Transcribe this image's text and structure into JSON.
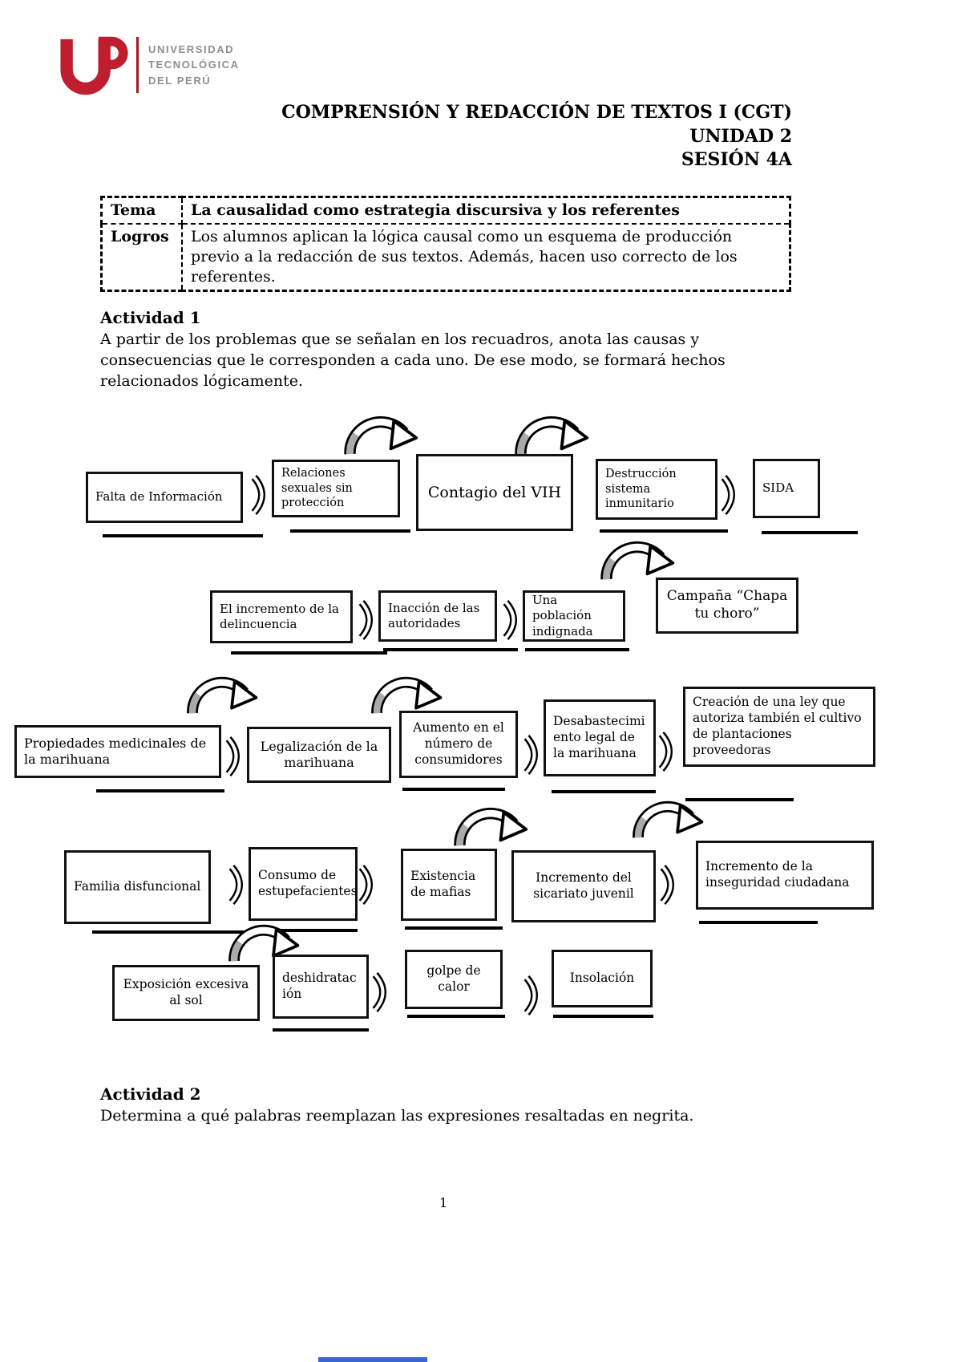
{
  "logo": {
    "name_lines": [
      "UNIVERSIDAD",
      "TECNOLÓGICA",
      "DEL PERÚ"
    ]
  },
  "header": {
    "title": "COMPRENSIÓN Y REDACCIÓN DE TEXTOS I (CGT)",
    "unit": "UNIDAD 2",
    "session": "SESIÓN 4A"
  },
  "info_table": {
    "rows": [
      {
        "label": "Tema",
        "value": "La causalidad como estrategia discursiva y los referentes"
      },
      {
        "label": "Logros",
        "value": "Los alumnos aplican la lógica causal como un esquema de producción previo a la redacción de sus textos. Además, hacen uso correcto de los referentes."
      }
    ]
  },
  "activity1": {
    "heading": "Actividad 1",
    "instructions": "A partir de los problemas que se señalan en los recuadros, anota las causas y consecuencias que le corresponden a cada uno. De ese modo, se formará hechos relacionados lógicamente."
  },
  "diagram": {
    "rows": [
      {
        "boxes": [
          "Falta de Información",
          "Relaciones sexuales sin protección",
          "Contagio del VIH",
          "Destrucción sistema inmunitario",
          "SIDA"
        ]
      },
      {
        "boxes": [
          "El incremento de la delincuencia",
          "Inacción de las autoridades",
          "Una población indignada",
          "Campaña “Chapa tu choro”"
        ]
      },
      {
        "boxes": [
          "Propiedades medicinales de la marihuana",
          "Legalización de la marihuana",
          "Aumento en el número de consumidores",
          "Desabastecimiento legal de la marihuana",
          "Creación de una ley que autoriza también el cultivo de plantaciones proveedoras"
        ]
      },
      {
        "boxes": [
          "Familia disfuncional",
          "Consumo de estupefacientes",
          "Existencia de mafias",
          "Incremento del sicariato juvenil",
          "Incremento de la inseguridad ciudadana"
        ]
      },
      {
        "boxes": [
          "Exposición excesiva al sol",
          "deshidratación",
          "golpe de calor",
          "Insolación"
        ]
      }
    ]
  },
  "activity2": {
    "heading": "Actividad 2",
    "instructions": "Determina a qué palabras reemplazan las expresiones resaltadas en negrita."
  },
  "footer": {
    "page_number": "1"
  },
  "colors": {
    "brand_red": "#bf1e2e",
    "logo_gray": "#8e8e8e",
    "arrow_gray": "#aaaaaa",
    "artifact_blue": "#3a66d0"
  }
}
